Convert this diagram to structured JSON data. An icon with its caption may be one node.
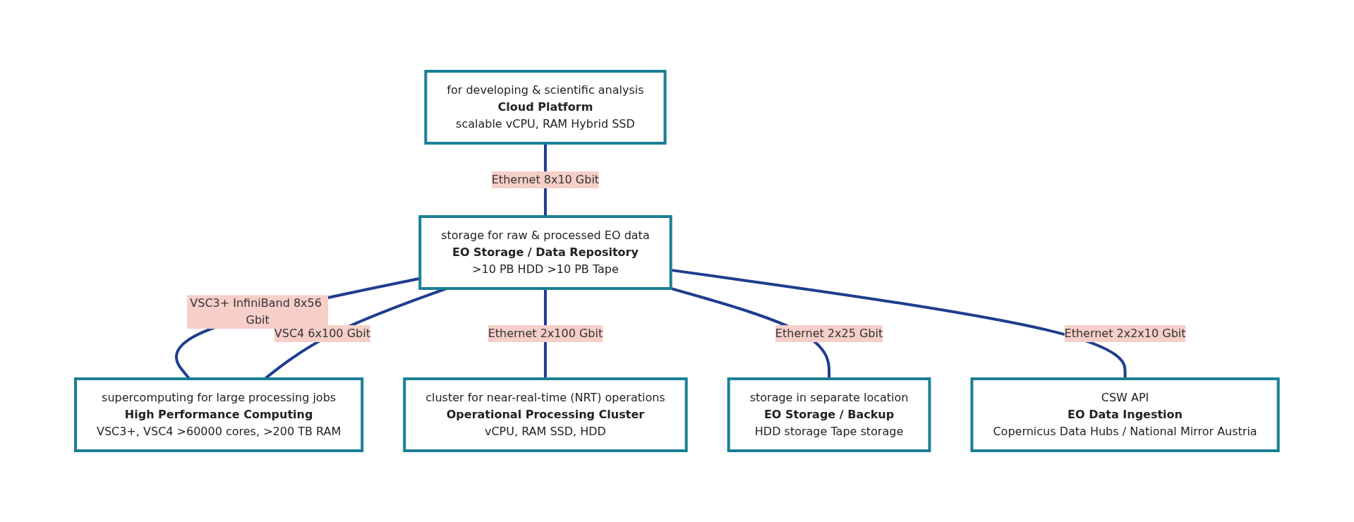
{
  "diagram": {
    "nodes": [
      {
        "text": [
          "for developing & scientific analysis",
          "Cloud Platform",
          "scalable vCPU, RAM Hybrid SSD"
        ]
      },
      {
        "text": [
          "storage for raw & processed EO data",
          "EO Storage / Data Repository",
          ">10 PB HDD >10 PB Tape"
        ]
      },
      {
        "text": [
          "supercomputing for large processing jobs",
          "High Performance Computing",
          "VSC3+, VSC4 >60000 cores, >200 TB RAM"
        ]
      },
      {
        "text": [
          "cluster for near-real-time (NRT) operations",
          "Operational Processing Cluster",
          "vCPU, RAM SSD, HDD"
        ]
      },
      {
        "text": [
          "storage in separate location",
          "EO Storage / Backup",
          "HDD storage Tape storage"
        ]
      },
      {
        "text": [
          "CSW API",
          "EO Data Ingestion",
          "Copernicus Data Hubs / National Mirror Austria"
        ]
      }
    ],
    "edges": [
      {
        "from": 0,
        "to": 1,
        "arrow": "none",
        "label": "Ethernet 8x10 Gbit"
      },
      {
        "from": 1,
        "to": 2,
        "arrow": "none",
        "label": "VSC3+ InfiniBand 8x56 Gbit"
      },
      {
        "from": 1,
        "to": 2,
        "arrow": "none",
        "label": "VSC4 6x100 Gbit"
      },
      {
        "from": 1,
        "to": 3,
        "arrow": "none",
        "label": "Ethernet 2x100 Gbit"
      },
      {
        "from": 1,
        "to": 4,
        "arrow": "none",
        "label": "Ethernet 2x25 Gbit"
      },
      {
        "from": 1,
        "to": 5,
        "arrow": "none",
        "label": "Ethernet 2x2x10 Gbit"
      }
    ]
  }
}
